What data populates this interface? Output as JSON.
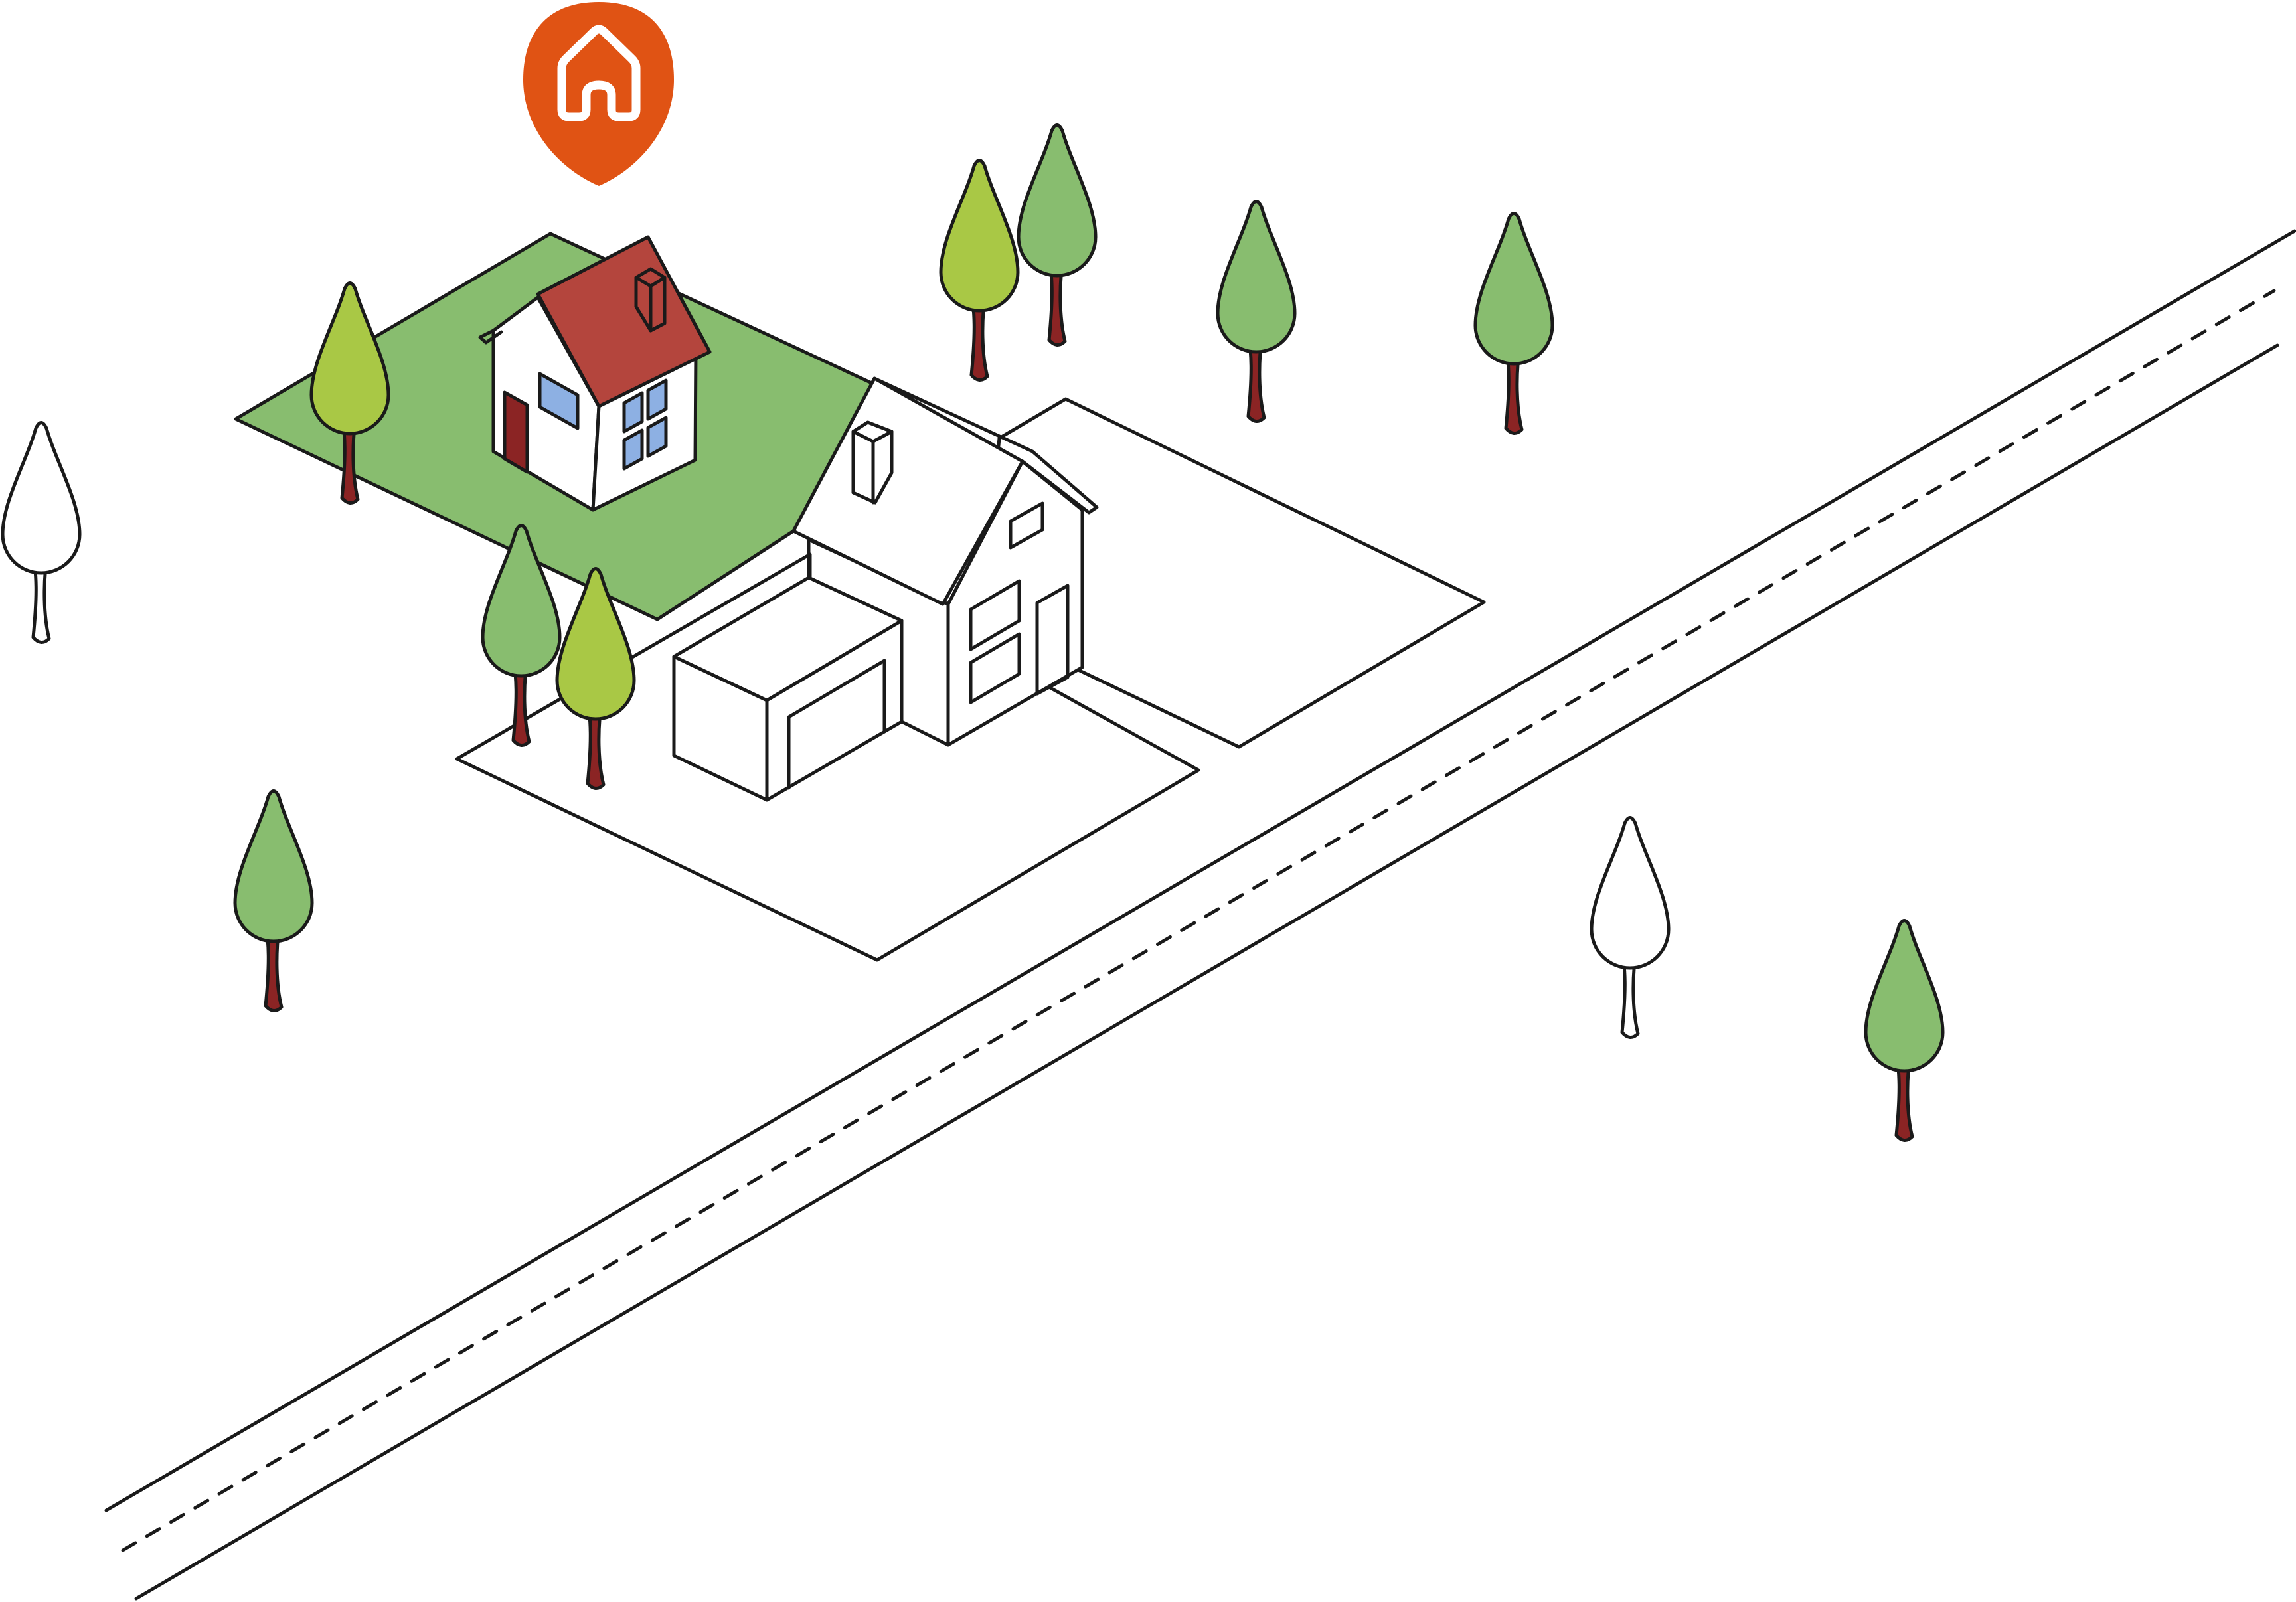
{
  "colors": {
    "lot_highlight": "#88bd6f",
    "roof_highlight": "#b4453d",
    "window": "#8db0e3",
    "door": "#8b2424",
    "pin": "#e05314",
    "tree_green": "#88bd6f",
    "tree_lime": "#a9c845",
    "trunk": "#8b2424",
    "outline": "#1a1a1a",
    "white": "#ffffff"
  },
  "pin": {
    "icon": "house-icon"
  },
  "trees": [
    {
      "id": "tree-far-left",
      "style": "outline"
    },
    {
      "id": "tree-lot-green",
      "style": "lime"
    },
    {
      "id": "tree-front-left-1",
      "style": "green"
    },
    {
      "id": "tree-front-left-2",
      "style": "lime"
    },
    {
      "id": "tree-bottom-left",
      "style": "green"
    },
    {
      "id": "tree-back-1",
      "style": "lime"
    },
    {
      "id": "tree-back-2",
      "style": "green"
    },
    {
      "id": "tree-back-3",
      "style": "green"
    },
    {
      "id": "tree-back-4",
      "style": "green"
    },
    {
      "id": "tree-right-1",
      "style": "outline"
    },
    {
      "id": "tree-right-2",
      "style": "green"
    }
  ]
}
